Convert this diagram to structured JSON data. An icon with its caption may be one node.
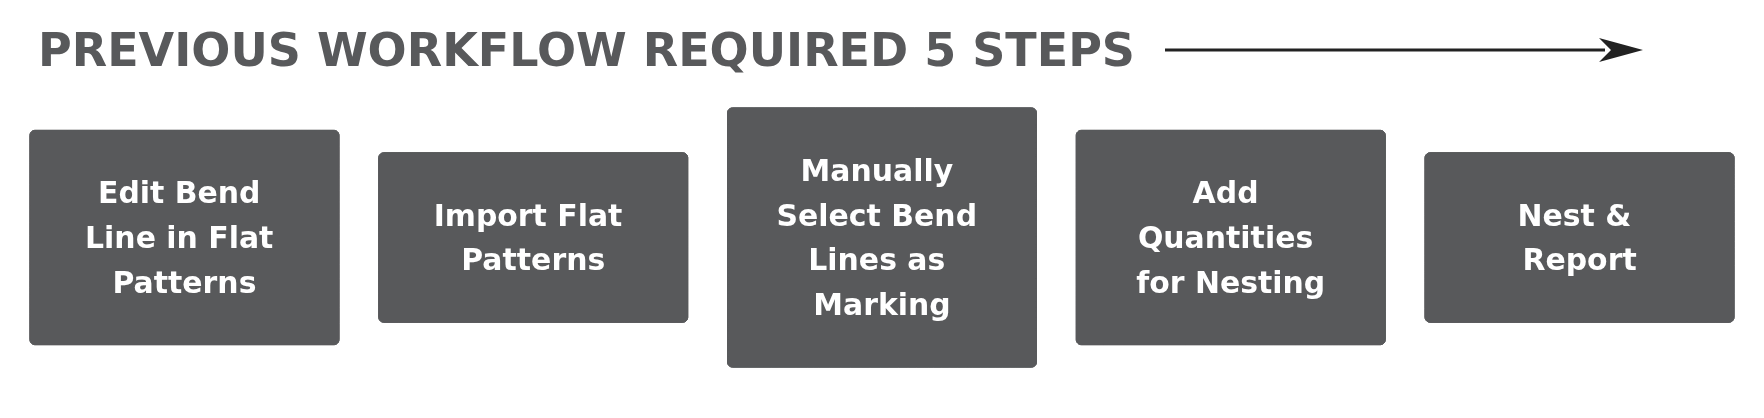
{
  "diagram": {
    "title": "PREVIOUS WORKFLOW REQUIRED 5 STEPS",
    "nodes": [
      {
        "text": [
          "Edit Bend Line in Flat Patterns"
        ]
      },
      {
        "text": [
          "Import Flat Patterns"
        ]
      },
      {
        "text": [
          "Manually Select Bend Lines as Marking"
        ]
      },
      {
        "text": [
          "Add Quantities for Nesting"
        ]
      },
      {
        "text": [
          "Nest & Report"
        ]
      }
    ]
  }
}
